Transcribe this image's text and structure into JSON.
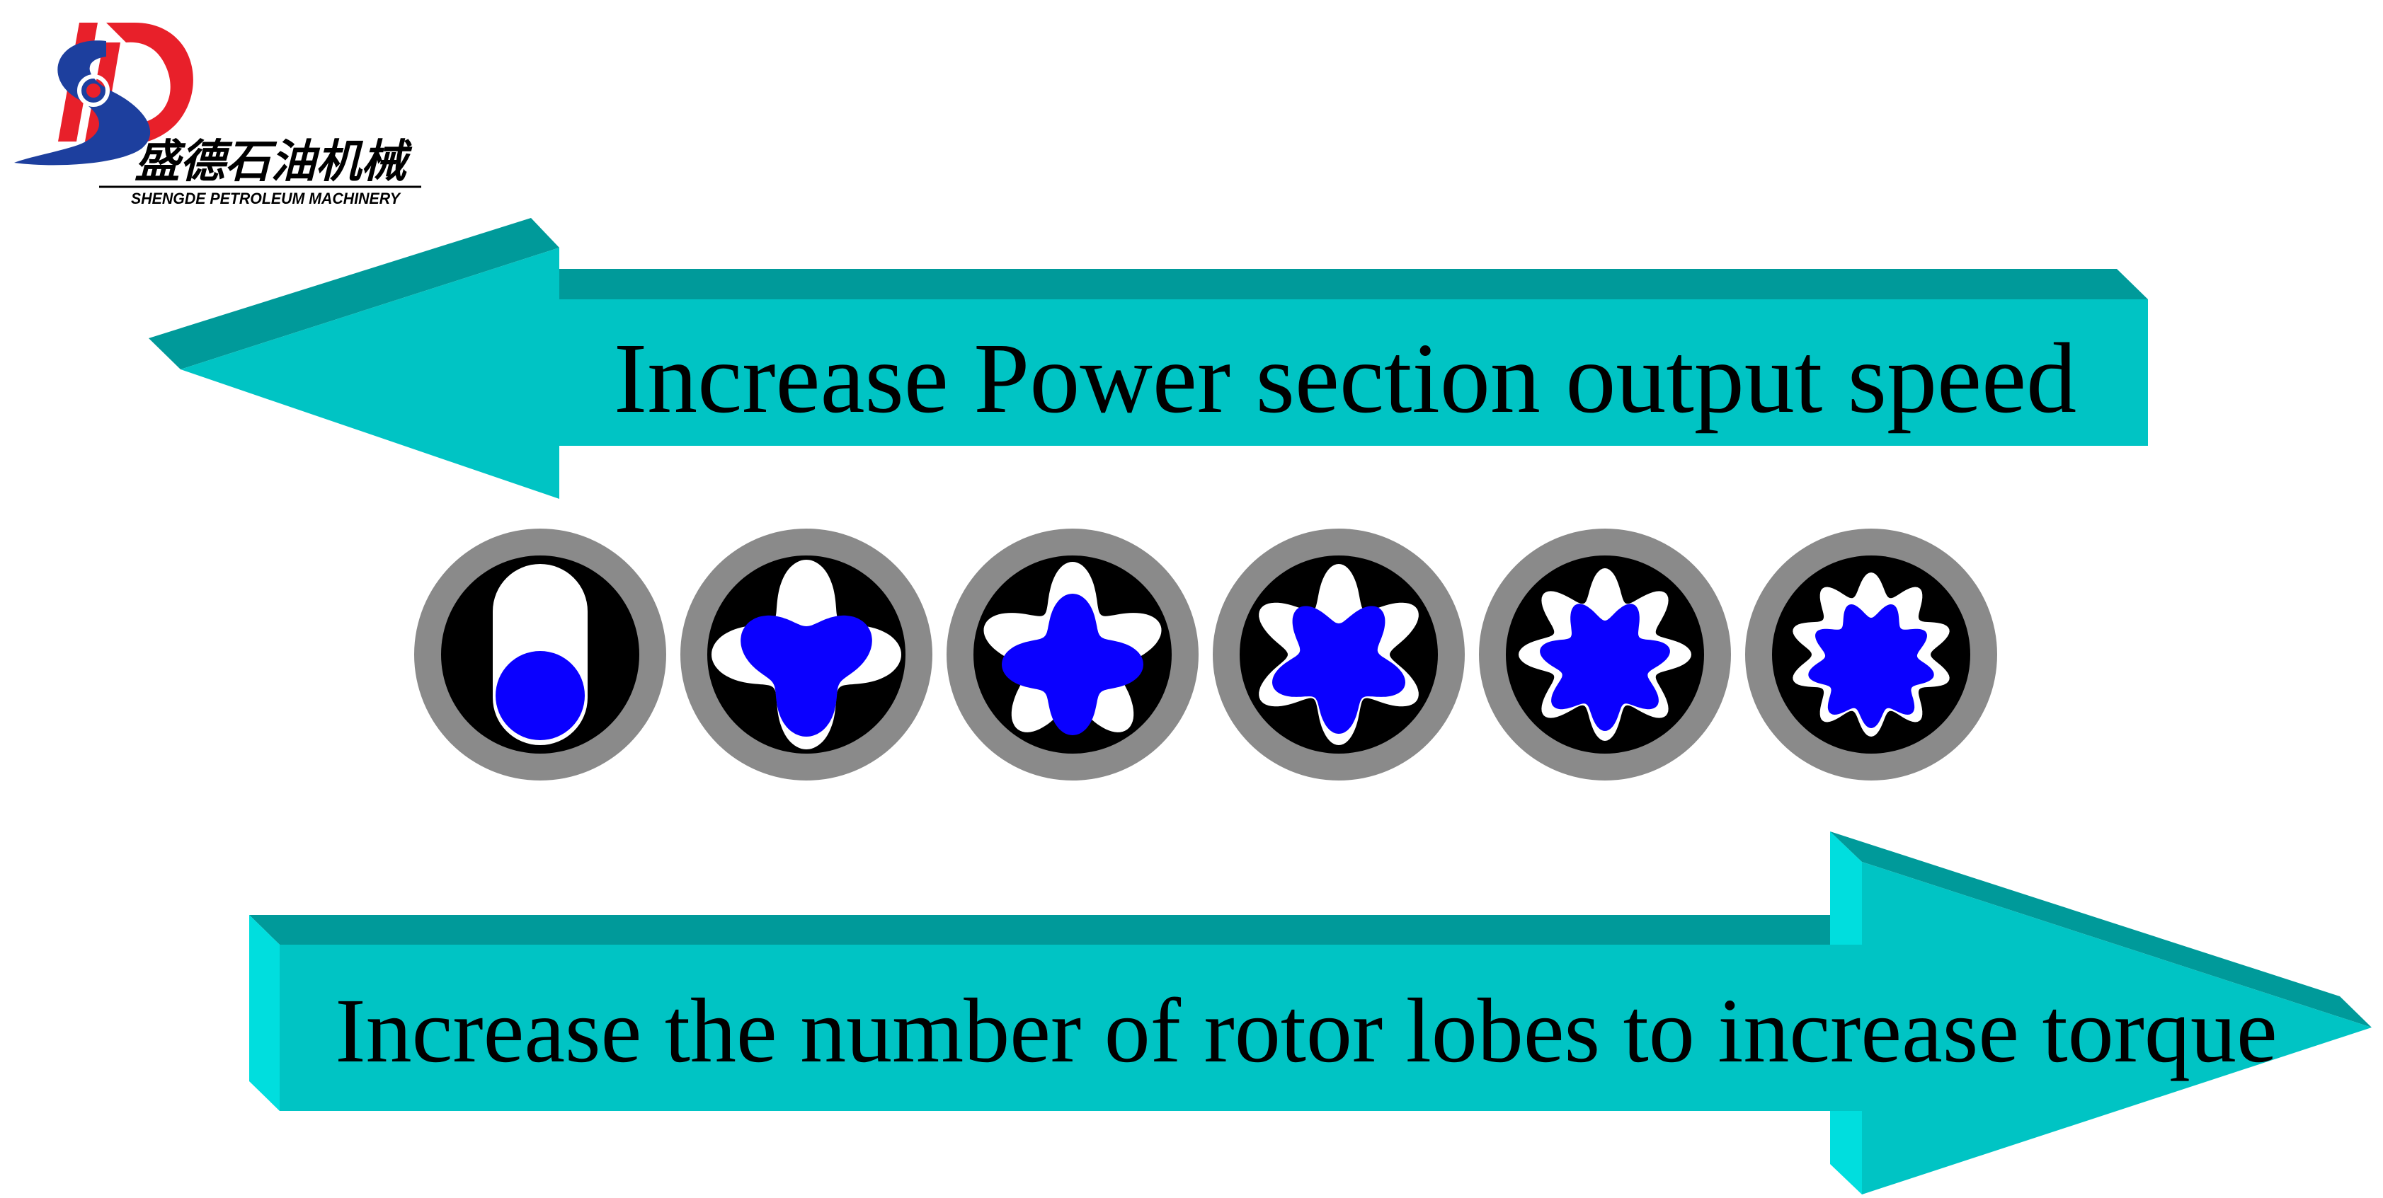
{
  "logo": {
    "name_cn": "盛德石油机械",
    "name_en": "SHENGDE PETROLEUM MACHINERY",
    "colors": {
      "red": "#e8202a",
      "blue": "#1d3f9e"
    }
  },
  "top_arrow": {
    "label": "Increase Power section output speed",
    "direction": "left"
  },
  "bottom_arrow": {
    "label": "Increase the number of rotor lobes to increase torque",
    "direction": "right"
  },
  "rotor_stators": [
    {
      "rotor_lobes": 1,
      "stator_lobes": 2
    },
    {
      "rotor_lobes": 3,
      "stator_lobes": 4
    },
    {
      "rotor_lobes": 4,
      "stator_lobes": 5
    },
    {
      "rotor_lobes": 5,
      "stator_lobes": 6
    },
    {
      "rotor_lobes": 7,
      "stator_lobes": 8
    },
    {
      "rotor_lobes": 9,
      "stator_lobes": 10
    }
  ],
  "colors": {
    "arrow_face": "#00c4c4",
    "arrow_top": "#009a9a",
    "arrow_side": "#00dede",
    "housing": "#8a8a8a",
    "stator": "#000000",
    "cavity": "#ffffff",
    "rotor": "#0a00ff"
  }
}
